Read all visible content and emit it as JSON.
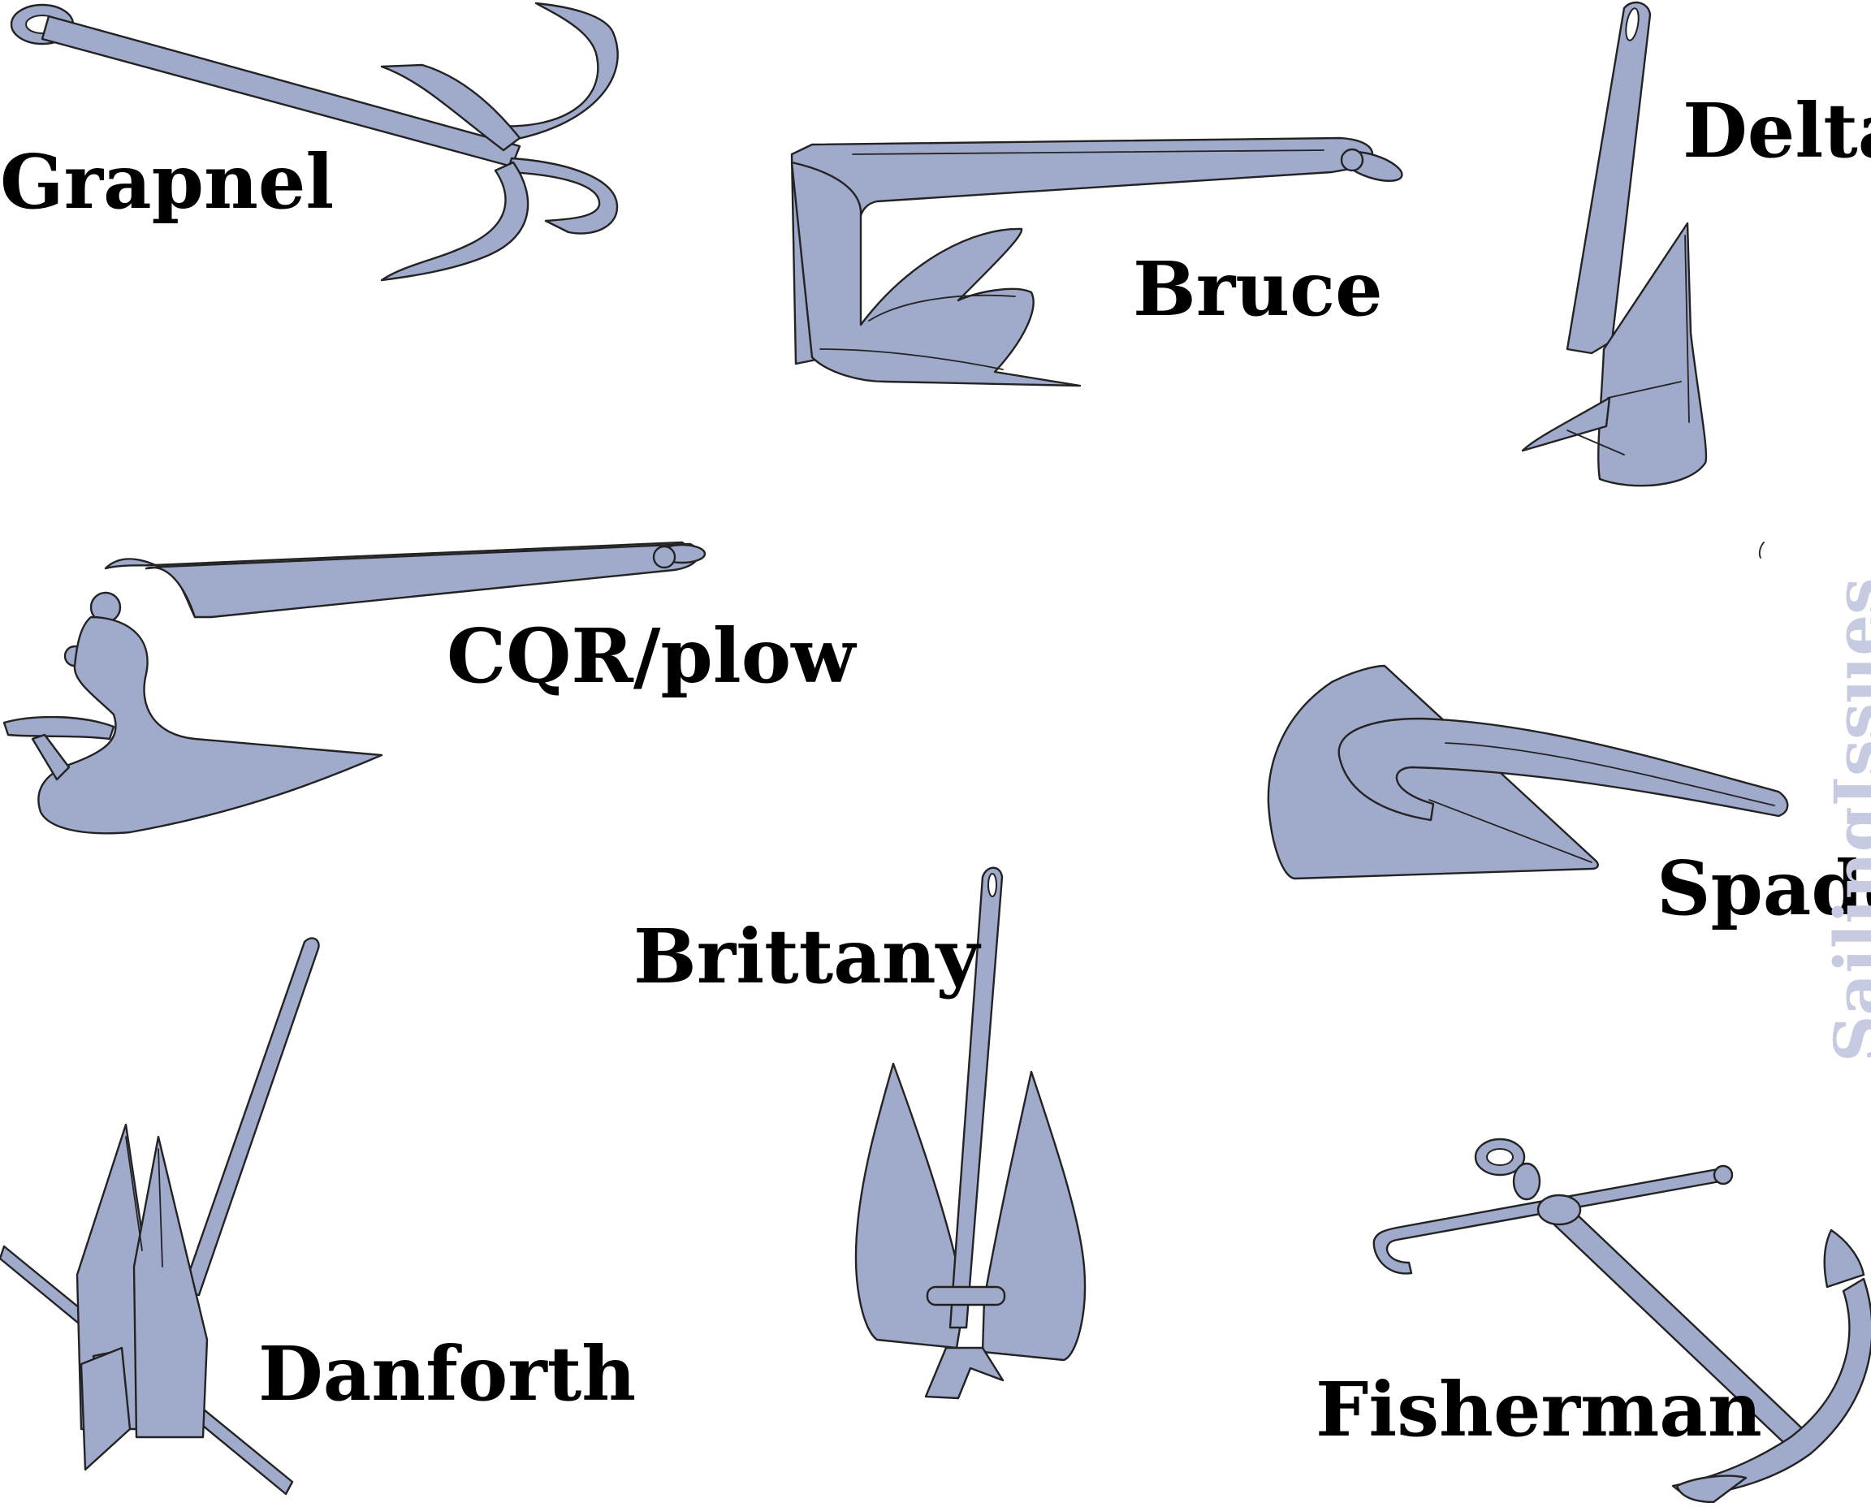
{
  "labels": {
    "grapnel": "Grapnel",
    "bruce": "Bruce",
    "delta": "Delta",
    "cqr": "CQR/plow",
    "spade": "Spade",
    "brittany": "Brittany",
    "danforth": "Danforth",
    "fisherman": "Fisherman"
  },
  "watermark": "SailingIssues",
  "colors": {
    "anchor_fill": "#a0aacb",
    "outline": "#232323",
    "label_text": "#000000",
    "watermark": "#c6cbe2",
    "background": "#ffffff"
  }
}
